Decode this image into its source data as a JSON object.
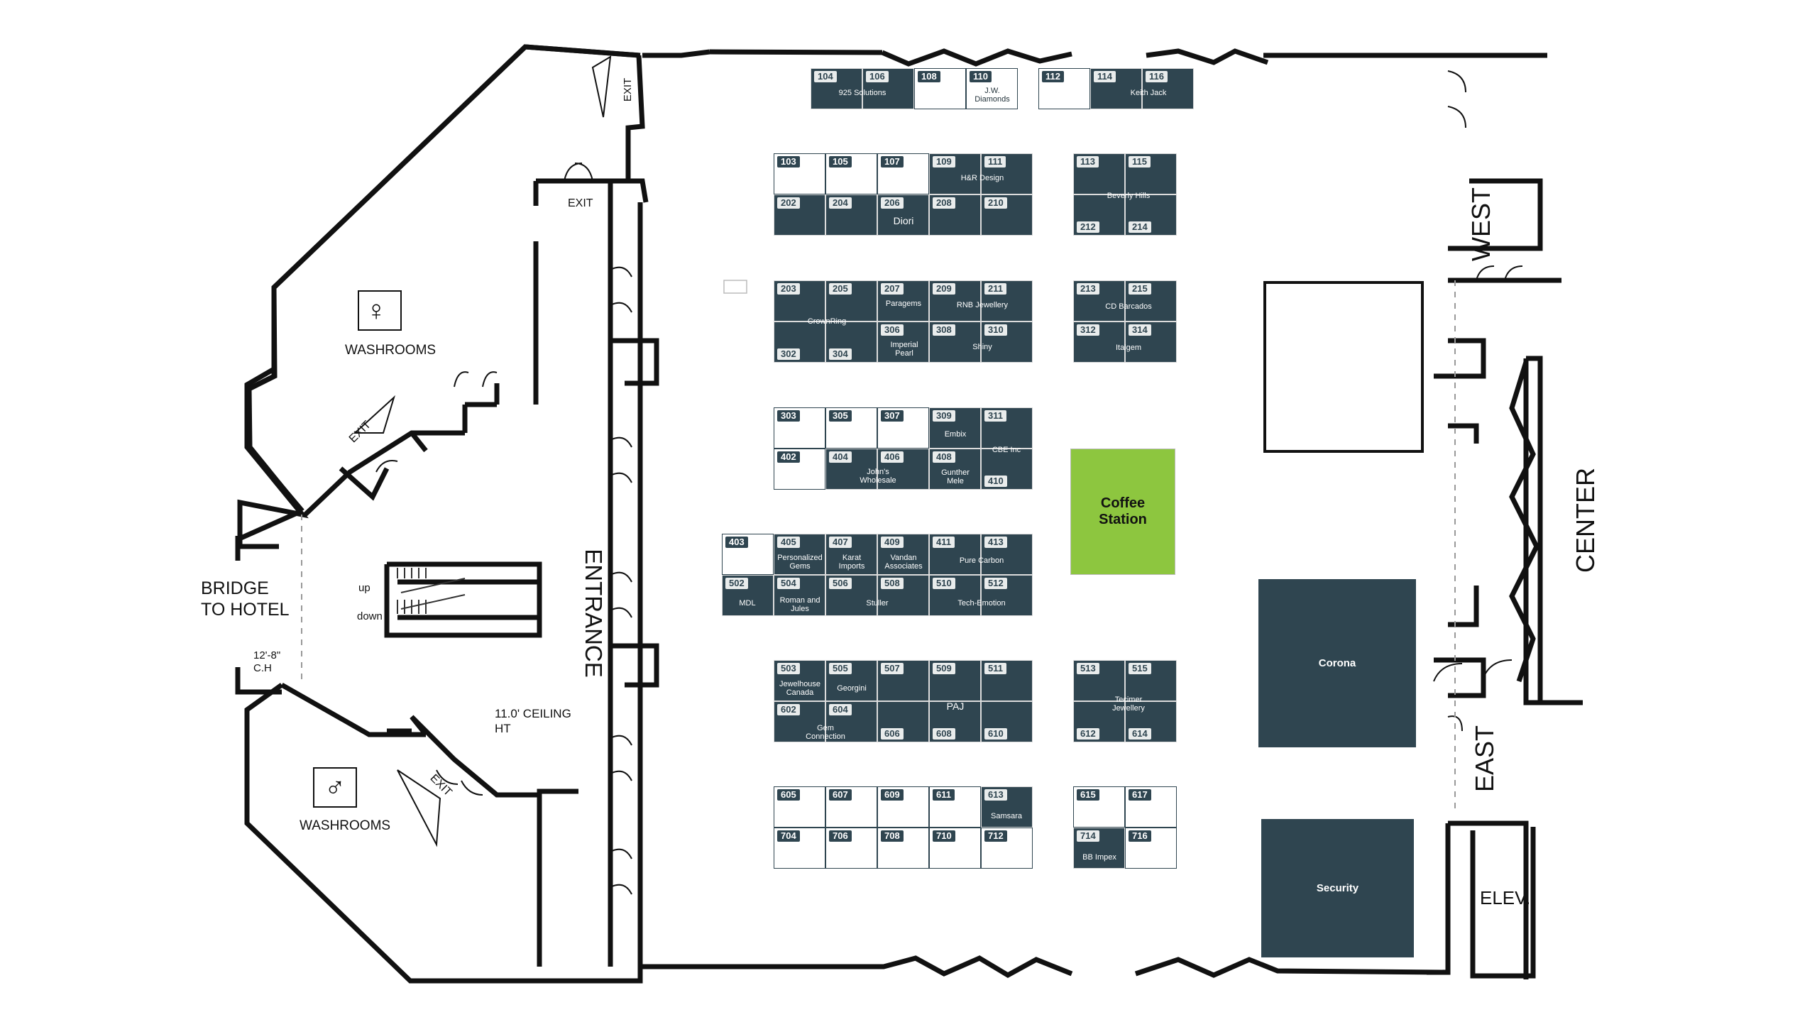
{
  "labels": {
    "washrooms_top": "WASHROOMS",
    "washrooms_bottom": "WASHROOMS",
    "bridge_line1": "BRIDGE",
    "bridge_line2": "TO HOTEL",
    "ceiling_small_line1": "12'-8\"",
    "ceiling_small_line2": "C.H",
    "ceiling_main_line1": "11.0' CEILING",
    "ceiling_main_line2": "HT",
    "stairs_up": "up",
    "stairs_down": "down",
    "entrance": "ENTRANCE",
    "exit_top": "EXIT",
    "exit_corridor": "EXIT",
    "exit_upper_diag": "EXIT",
    "exit_lower_diag": "EXIT",
    "west": "WEST",
    "center": "CENTER",
    "east": "EAST",
    "elevator": "ELEV."
  },
  "icons": {
    "washroom_top": "female-washroom-icon",
    "washroom_bottom": "male-washroom-icon"
  },
  "areas": {
    "coffee_line1": "Coffee",
    "coffee_line2": "Station",
    "corona": "Corona",
    "security": "Security"
  },
  "colors": {
    "booth_filled": "#2f4550",
    "coffee_station": "#8dc63f",
    "wall": "#111111"
  },
  "booths": [
    {
      "id": "104",
      "filled": true
    },
    {
      "id": "106",
      "filled": true
    },
    {
      "id": "108",
      "filled": false
    },
    {
      "id": "110",
      "filled": false
    },
    {
      "id": "112",
      "filled": false
    },
    {
      "id": "114",
      "filled": true
    },
    {
      "id": "116",
      "filled": true
    },
    {
      "id": "103",
      "filled": false
    },
    {
      "id": "105",
      "filled": false
    },
    {
      "id": "107",
      "filled": false
    },
    {
      "id": "109",
      "filled": true
    },
    {
      "id": "111",
      "filled": true
    },
    {
      "id": "202",
      "filled": true
    },
    {
      "id": "204",
      "filled": true
    },
    {
      "id": "206",
      "filled": true
    },
    {
      "id": "208",
      "filled": true
    },
    {
      "id": "210",
      "filled": true
    },
    {
      "id": "113",
      "filled": true
    },
    {
      "id": "115",
      "filled": true
    },
    {
      "id": "212",
      "filled": true
    },
    {
      "id": "214",
      "filled": true
    },
    {
      "id": "203",
      "filled": true
    },
    {
      "id": "205",
      "filled": true
    },
    {
      "id": "207",
      "filled": true
    },
    {
      "id": "209",
      "filled": true
    },
    {
      "id": "211",
      "filled": true
    },
    {
      "id": "302",
      "filled": true
    },
    {
      "id": "304",
      "filled": true
    },
    {
      "id": "306",
      "filled": true
    },
    {
      "id": "308",
      "filled": true
    },
    {
      "id": "310",
      "filled": true
    },
    {
      "id": "213",
      "filled": true
    },
    {
      "id": "215",
      "filled": true
    },
    {
      "id": "312",
      "filled": true
    },
    {
      "id": "314",
      "filled": true
    },
    {
      "id": "303",
      "filled": false
    },
    {
      "id": "305",
      "filled": false
    },
    {
      "id": "307",
      "filled": false
    },
    {
      "id": "309",
      "filled": true
    },
    {
      "id": "311",
      "filled": true
    },
    {
      "id": "402",
      "filled": false
    },
    {
      "id": "404",
      "filled": true
    },
    {
      "id": "406",
      "filled": true
    },
    {
      "id": "408",
      "filled": true
    },
    {
      "id": "410",
      "filled": true
    },
    {
      "id": "403",
      "filled": false
    },
    {
      "id": "405",
      "filled": true
    },
    {
      "id": "407",
      "filled": true
    },
    {
      "id": "409",
      "filled": true
    },
    {
      "id": "411",
      "filled": true
    },
    {
      "id": "413",
      "filled": true
    },
    {
      "id": "502",
      "filled": true
    },
    {
      "id": "504",
      "filled": true
    },
    {
      "id": "506",
      "filled": true
    },
    {
      "id": "508",
      "filled": true
    },
    {
      "id": "510",
      "filled": true
    },
    {
      "id": "512",
      "filled": true
    },
    {
      "id": "503",
      "filled": true
    },
    {
      "id": "505",
      "filled": true
    },
    {
      "id": "507",
      "filled": true
    },
    {
      "id": "509",
      "filled": true
    },
    {
      "id": "511",
      "filled": true
    },
    {
      "id": "602",
      "filled": true
    },
    {
      "id": "604",
      "filled": true
    },
    {
      "id": "606",
      "filled": true
    },
    {
      "id": "608",
      "filled": true
    },
    {
      "id": "610",
      "filled": true
    },
    {
      "id": "513",
      "filled": true
    },
    {
      "id": "515",
      "filled": true
    },
    {
      "id": "612",
      "filled": true
    },
    {
      "id": "614",
      "filled": true
    },
    {
      "id": "605",
      "filled": false
    },
    {
      "id": "607",
      "filled": false
    },
    {
      "id": "609",
      "filled": false
    },
    {
      "id": "611",
      "filled": false
    },
    {
      "id": "613",
      "filled": true
    },
    {
      "id": "704",
      "filled": false
    },
    {
      "id": "706",
      "filled": false
    },
    {
      "id": "708",
      "filled": false
    },
    {
      "id": "710",
      "filled": false
    },
    {
      "id": "712",
      "filled": false
    },
    {
      "id": "615",
      "filled": false
    },
    {
      "id": "617",
      "filled": false
    },
    {
      "id": "714",
      "filled": true
    },
    {
      "id": "716",
      "filled": false
    }
  ],
  "exhibitors": [
    {
      "name": "925 Solutions"
    },
    {
      "name": "J.W.",
      "line2": "Diamonds",
      "dark": true
    },
    {
      "name": "Keith Jack"
    },
    {
      "name": "H&R Design"
    },
    {
      "name": "Diori",
      "big": true
    },
    {
      "name": "Beverly Hills"
    },
    {
      "name": "CrownRing"
    },
    {
      "name": "Paragems"
    },
    {
      "name": "RNB Jewellery"
    },
    {
      "name": "Imperial",
      "line2": "Pearl"
    },
    {
      "name": "Shiny"
    },
    {
      "name": "CD Barcados"
    },
    {
      "name": "Italgem"
    },
    {
      "name": "Embix"
    },
    {
      "name": "CBE Inc"
    },
    {
      "name": "John's",
      "line2": "Wholesale"
    },
    {
      "name": "Gunther",
      "line2": "Mele"
    },
    {
      "name": "Personalized",
      "line2": "Gems"
    },
    {
      "name": "Karat",
      "line2": "Imports"
    },
    {
      "name": "Vandan",
      "line2": "Associates"
    },
    {
      "name": "Pure Carbon"
    },
    {
      "name": "MDL"
    },
    {
      "name": "Roman and",
      "line2": "Jules"
    },
    {
      "name": "Stuller"
    },
    {
      "name": "Tech-Emotion"
    },
    {
      "name": "Jewelhouse",
      "line2": "Canada"
    },
    {
      "name": "Georgini"
    },
    {
      "name": "PAJ",
      "big": true
    },
    {
      "name": "Gem",
      "line2": "Connection"
    },
    {
      "name": "Tecimer",
      "line2": "Jewellery"
    },
    {
      "name": "Samsara"
    },
    {
      "name": "BB Impex"
    }
  ]
}
